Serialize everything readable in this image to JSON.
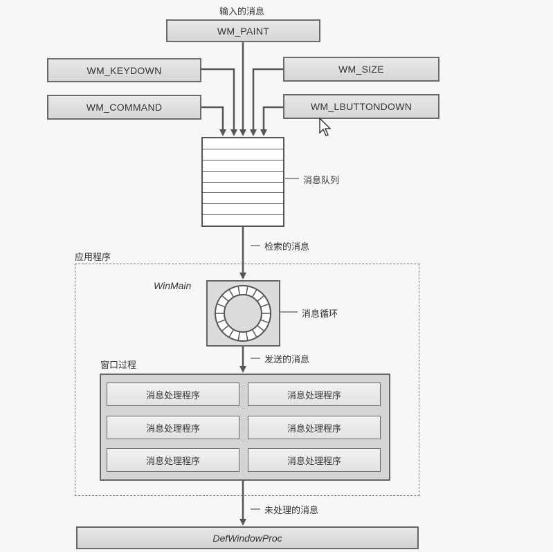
{
  "input_label": "输入的消息",
  "messages": {
    "paint": "WM_PAINT",
    "keydown": "WM_KEYDOWN",
    "size": "WM_SIZE",
    "command": "WM_COMMAND",
    "lbuttondown": "WM_LBUTTONDOWN"
  },
  "queue_label": "消息队列",
  "retrieved_label": "检索的消息",
  "app_label": "应用程序",
  "winmain_label": "WinMain",
  "loop_label": "消息循环",
  "sent_label": "发送的消息",
  "wndproc_label": "窗口过程",
  "handlers": [
    "消息处理程序",
    "消息处理程序",
    "消息处理程序",
    "消息处理程序",
    "消息处理程序",
    "消息处理程序"
  ],
  "unprocessed_label": "未处理的消息",
  "defwindowproc": "DefWindowProc",
  "colors": {
    "box_fill": "#dcdcdc",
    "border": "#666666",
    "arrow": "#555555"
  }
}
